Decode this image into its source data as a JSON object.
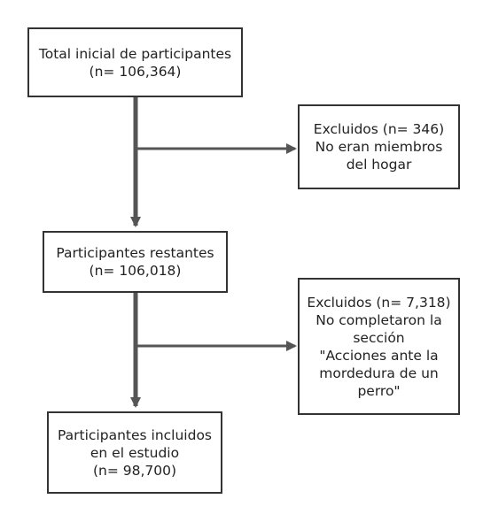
{
  "flowchart": {
    "boxes": {
      "total": {
        "lines": [
          "Total inicial de participantes",
          "(n= 106,364)"
        ]
      },
      "excluded_1": {
        "lines": [
          "Excluidos (n= 346)",
          "No eran miembros",
          "del hogar"
        ]
      },
      "remaining": {
        "lines": [
          "Participantes restantes",
          "(n= 106,018)"
        ]
      },
      "excluded_2": {
        "lines": [
          "Excluidos (n= 7,318)",
          "No completaron la",
          "sección",
          "\"Acciones ante la",
          "mordedura de un",
          "perro\""
        ]
      },
      "included": {
        "lines": [
          "Participantes incluidos",
          "en el estudio",
          "(n= 98,700)"
        ]
      }
    },
    "colors": {
      "border": "#333333",
      "connector": "#555555",
      "text": "#222222"
    }
  }
}
